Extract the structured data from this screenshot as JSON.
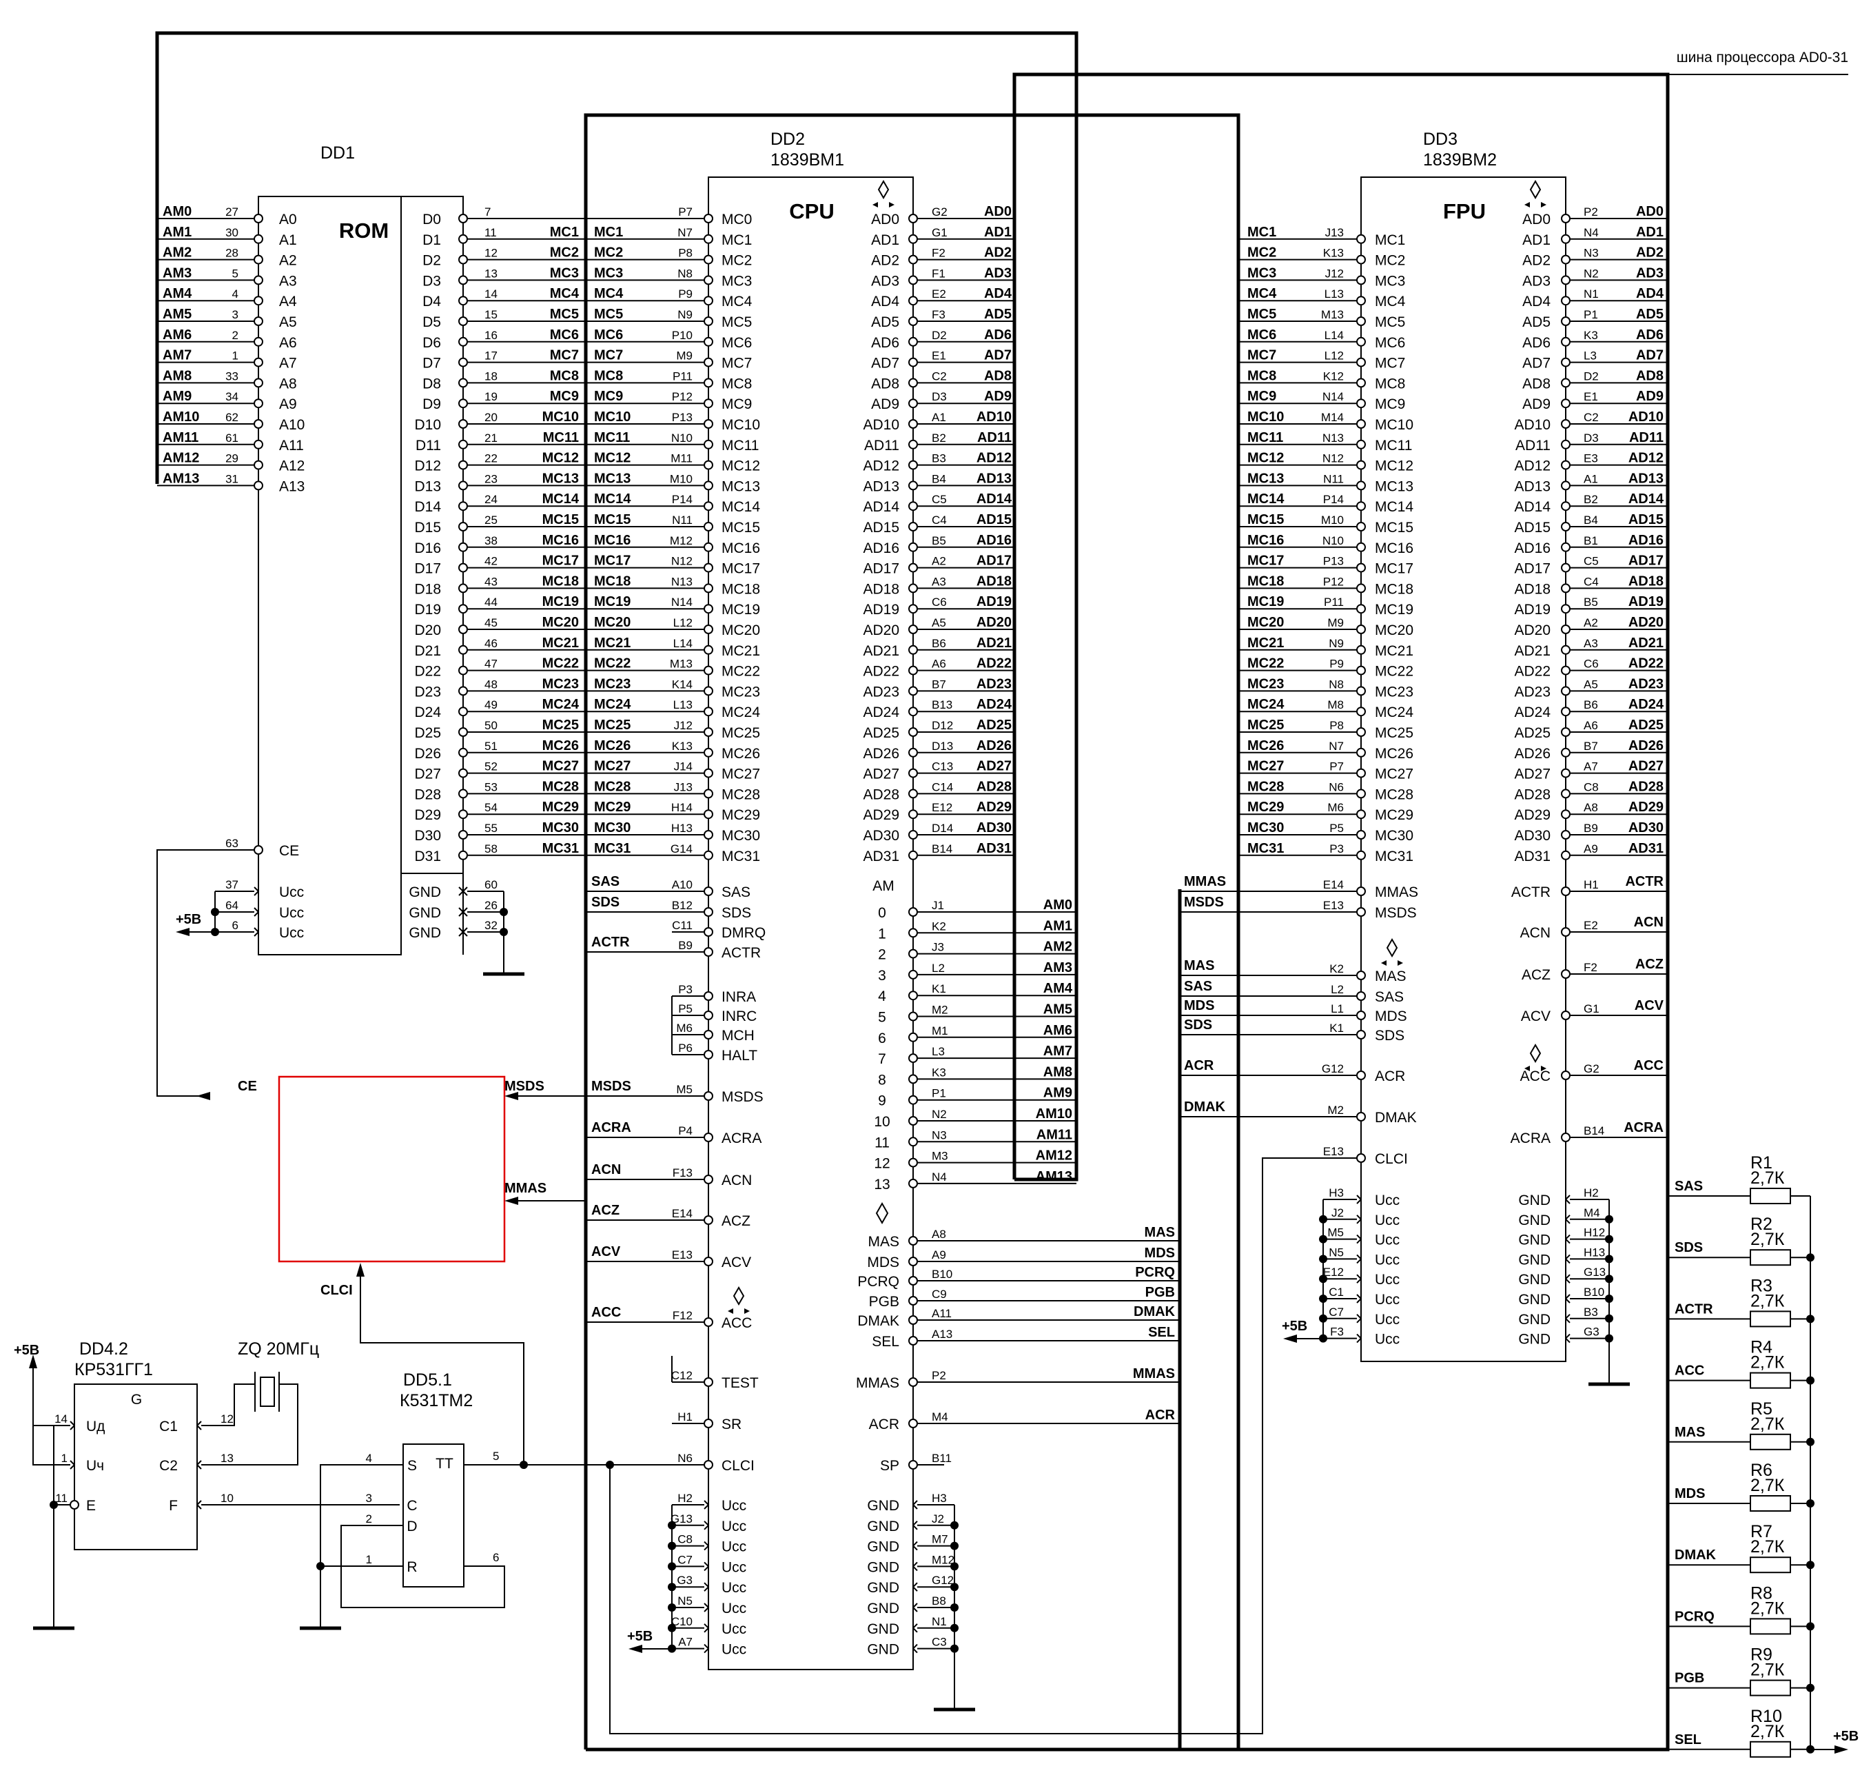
{
  "bus_label": "шина процессора AD0-31",
  "dd1": {
    "ref": "DD1",
    "title": "ROM",
    "addr_nets": [
      "AM0",
      "AM1",
      "AM2",
      "AM3",
      "AM4",
      "AM5",
      "AM6",
      "AM7",
      "AM8",
      "AM9",
      "AM10",
      "AM11",
      "AM12",
      "AM13"
    ],
    "addr_pins": [
      "27",
      "30",
      "28",
      "5",
      "4",
      "3",
      "2",
      "1",
      "33",
      "34",
      "62",
      "61",
      "29",
      "31"
    ],
    "addr_names": [
      "A0",
      "A1",
      "A2",
      "A3",
      "A4",
      "A5",
      "A6",
      "A7",
      "A8",
      "A9",
      "A10",
      "A11",
      "A12",
      "A13"
    ],
    "data_names": [
      "D0",
      "D1",
      "D2",
      "D3",
      "D4",
      "D5",
      "D6",
      "D7",
      "D8",
      "D9",
      "D10",
      "D11",
      "D12",
      "D13",
      "D14",
      "D15",
      "D16",
      "D17",
      "D18",
      "D19",
      "D20",
      "D21",
      "D22",
      "D23",
      "D24",
      "D25",
      "D26",
      "D27",
      "D28",
      "D29",
      "D30",
      "D31"
    ],
    "data_pins": [
      "7",
      "11",
      "12",
      "13",
      "14",
      "15",
      "16",
      "17",
      "18",
      "19",
      "20",
      "21",
      "22",
      "23",
      "24",
      "25",
      "38",
      "42",
      "43",
      "44",
      "45",
      "46",
      "47",
      "48",
      "49",
      "50",
      "51",
      "52",
      "53",
      "54",
      "55",
      "58"
    ],
    "ce_name": "CE",
    "ce_pin": "63",
    "ucc_name": "Ucc",
    "ucc_pins": [
      "37",
      "64",
      "6"
    ],
    "gnd_name": "GND",
    "gnd_pins": [
      "60",
      "26",
      "32"
    ]
  },
  "mc_nets": [
    "MC1",
    "MC2",
    "MC3",
    "MC4",
    "MC5",
    "MC6",
    "MC7",
    "MC8",
    "MC9",
    "MC10",
    "MC11",
    "MC12",
    "MC13",
    "MC14",
    "MC15",
    "MC16",
    "MC17",
    "MC18",
    "MC19",
    "MC20",
    "MC21",
    "MC22",
    "MC23",
    "MC24",
    "MC25",
    "MC26",
    "MC27",
    "MC28",
    "MC29",
    "MC30",
    "MC31"
  ],
  "ad_nets": [
    "AD0",
    "AD1",
    "AD2",
    "AD3",
    "AD4",
    "AD5",
    "AD6",
    "AD7",
    "AD8",
    "AD9",
    "AD10",
    "AD11",
    "AD12",
    "AD13",
    "AD14",
    "AD15",
    "AD16",
    "AD17",
    "AD18",
    "AD19",
    "AD20",
    "AD21",
    "AD22",
    "AD23",
    "AD24",
    "AD25",
    "AD26",
    "AD27",
    "AD28",
    "AD29",
    "AD30",
    "AD31"
  ],
  "dd2": {
    "ref": "DD2",
    "part": "1839ВМ1",
    "title": "CPU",
    "mc_names": [
      "MC0",
      "MC1",
      "MC2",
      "MC3",
      "MC4",
      "MC5",
      "MC6",
      "MC7",
      "MC8",
      "MC9",
      "MC10",
      "MC11",
      "MC12",
      "MC13",
      "MC14",
      "MC15",
      "MC16",
      "MC17",
      "MC18",
      "MC19",
      "MC20",
      "MC21",
      "MC22",
      "MC23",
      "MC24",
      "MC25",
      "MC26",
      "MC27",
      "MC28",
      "MC29",
      "MC30",
      "MC31"
    ],
    "mc_pins": [
      "P7",
      "N7",
      "P8",
      "N8",
      "P9",
      "N9",
      "P10",
      "M9",
      "P11",
      "P12",
      "P13",
      "N10",
      "M11",
      "M10",
      "P14",
      "N11",
      "M12",
      "N12",
      "N13",
      "N14",
      "L12",
      "L14",
      "M13",
      "K14",
      "L13",
      "J12",
      "K13",
      "J14",
      "J13",
      "H14",
      "H13",
      "G14"
    ],
    "ad_names": [
      "AD0",
      "AD1",
      "AD2",
      "AD3",
      "AD4",
      "AD5",
      "AD6",
      "AD7",
      "AD8",
      "AD9",
      "AD10",
      "AD11",
      "AD12",
      "AD13",
      "AD14",
      "AD15",
      "AD16",
      "AD17",
      "AD18",
      "AD19",
      "AD20",
      "AD21",
      "AD22",
      "AD23",
      "AD24",
      "AD25",
      "AD26",
      "AD27",
      "AD28",
      "AD29",
      "AD30",
      "AD31"
    ],
    "ad_pins": [
      "G2",
      "G1",
      "F2",
      "F1",
      "E2",
      "F3",
      "D2",
      "E1",
      "C2",
      "D3",
      "A1",
      "B2",
      "B3",
      "B4",
      "C5",
      "C4",
      "B5",
      "A2",
      "A3",
      "C6",
      "A5",
      "B6",
      "A6",
      "B7",
      "B13",
      "D12",
      "D13",
      "C13",
      "C14",
      "E12",
      "D14",
      "B14"
    ],
    "left_ctrl": [
      {
        "name": "SAS",
        "pin": "A10",
        "net": "SAS"
      },
      {
        "name": "SDS",
        "pin": "B12",
        "net": "SDS"
      },
      {
        "name": "DMRQ",
        "pin": "C11",
        "net": ""
      },
      {
        "name": "ACTR",
        "pin": "B9",
        "net": "ACTR"
      },
      {
        "name": "INRA",
        "pin": "P3",
        "net": ""
      },
      {
        "name": "INRC",
        "pin": "P5",
        "net": ""
      },
      {
        "name": "MCH",
        "pin": "M6",
        "net": ""
      },
      {
        "name": "HALT",
        "pin": "P6",
        "net": ""
      },
      {
        "name": "MSDS",
        "pin": "M5",
        "net": "MSDS"
      },
      {
        "name": "ACRA",
        "pin": "P4",
        "net": "ACRA"
      },
      {
        "name": "ACN",
        "pin": "F13",
        "net": "ACN"
      },
      {
        "name": "ACZ",
        "pin": "E14",
        "net": "ACZ"
      },
      {
        "name": "ACV",
        "pin": "E13",
        "net": "ACV"
      },
      {
        "name": "ACC",
        "pin": "F12",
        "net": "ACC"
      },
      {
        "name": "TEST",
        "pin": "C12",
        "net": ""
      },
      {
        "name": "SR",
        "pin": "H1",
        "net": ""
      },
      {
        "name": "CLCI",
        "pin": "N6",
        "net": ""
      }
    ],
    "am_header": "AM",
    "am_indices": [
      "0",
      "1",
      "2",
      "3",
      "4",
      "5",
      "6",
      "7",
      "8",
      "9",
      "10",
      "11",
      "12",
      "13"
    ],
    "am_pins": [
      "J1",
      "K2",
      "J3",
      "L2",
      "K1",
      "M2",
      "M1",
      "L3",
      "K3",
      "P1",
      "N2",
      "N3",
      "M3",
      "N4"
    ],
    "right_ctrl": [
      {
        "name": "MAS",
        "pin": "A8",
        "net": "MAS"
      },
      {
        "name": "MDS",
        "pin": "A9",
        "net": "MDS"
      },
      {
        "name": "PCRQ",
        "pin": "B10",
        "net": "PCRQ"
      },
      {
        "name": "PGB",
        "pin": "C9",
        "net": "PGB"
      },
      {
        "name": "DMAK",
        "pin": "A11",
        "net": "DMAK"
      },
      {
        "name": "SEL",
        "pin": "A13",
        "net": "SEL"
      },
      {
        "name": "MMAS",
        "pin": "P2",
        "net": "MMAS"
      },
      {
        "name": "ACR",
        "pin": "M4",
        "net": "ACR"
      },
      {
        "name": "SP",
        "pin": "B11",
        "net": ""
      }
    ],
    "ucc_name": "Ucc",
    "ucc_pins": [
      "H2",
      "G13",
      "C8",
      "C7",
      "G3",
      "N5",
      "C10",
      "A7"
    ],
    "gnd_name": "GND",
    "gnd_pins": [
      "H3",
      "J2",
      "M7",
      "M12",
      "G12",
      "B8",
      "N1",
      "C3"
    ]
  },
  "dd3": {
    "ref": "DD3",
    "part": "1839ВМ2",
    "title": "FPU",
    "mc_pins": [
      "J13",
      "K13",
      "J12",
      "L13",
      "M13",
      "L14",
      "L12",
      "K12",
      "N14",
      "M14",
      "N13",
      "N12",
      "N11",
      "P14",
      "M10",
      "N10",
      "P13",
      "P12",
      "P11",
      "M9",
      "N9",
      "P9",
      "N8",
      "M8",
      "P8",
      "N7",
      "P7",
      "N6",
      "M6",
      "P5",
      "P3"
    ],
    "ad_pins": [
      "P2",
      "N4",
      "N3",
      "N2",
      "N1",
      "P1",
      "K3",
      "L3",
      "D2",
      "E1",
      "C2",
      "D3",
      "E3",
      "A1",
      "B2",
      "B4",
      "B1",
      "C5",
      "C4",
      "B5",
      "A2",
      "A3",
      "C6",
      "A5",
      "B6",
      "A6",
      "B7",
      "A7",
      "C8",
      "A8",
      "B9",
      "A9"
    ],
    "left_ctrl": [
      {
        "name": "MMAS",
        "pin": "E14",
        "net": "MMAS"
      },
      {
        "name": "MSDS",
        "pin": "E13",
        "net": "MSDS"
      },
      {
        "name": "MAS",
        "pin": "K2",
        "net": "MAS"
      },
      {
        "name": "SAS",
        "pin": "L2",
        "net": "SAS"
      },
      {
        "name": "MDS",
        "pin": "L1",
        "net": "MDS"
      },
      {
        "name": "SDS",
        "pin": "K1",
        "net": "SDS"
      },
      {
        "name": "ACR",
        "pin": "G12",
        "net": "ACR"
      },
      {
        "name": "DMAK",
        "pin": "M2",
        "net": "DMAK"
      },
      {
        "name": "CLCI",
        "pin": "E13",
        "net": ""
      }
    ],
    "right_ctrl": [
      {
        "name": "ACTR",
        "pin": "H1",
        "net": "ACTR"
      },
      {
        "name": "ACN",
        "pin": "E2",
        "net": "ACN"
      },
      {
        "name": "ACZ",
        "pin": "F2",
        "net": "ACZ"
      },
      {
        "name": "ACV",
        "pin": "G1",
        "net": "ACV"
      },
      {
        "name": "ACC",
        "pin": "G2",
        "net": "ACC"
      },
      {
        "name": "ACRA",
        "pin": "B14",
        "net": "ACRA"
      }
    ],
    "ucc_name": "Ucc",
    "ucc_pins": [
      "H3",
      "J2",
      "M5",
      "N5",
      "E12",
      "C1",
      "C7",
      "F3"
    ],
    "gnd_name": "GND",
    "gnd_pins": [
      "H2",
      "M4",
      "H12",
      "H13",
      "G13",
      "B10",
      "B3",
      "G3"
    ]
  },
  "dd4": {
    "ref": "DD4.2",
    "part": "КР531ГГ1",
    "title": "G",
    "pins": [
      {
        "name": "Uд",
        "pin": "14"
      },
      {
        "name": "Uч",
        "pin": "1"
      },
      {
        "name": "E",
        "pin": "11"
      },
      {
        "name": "C1",
        "pin": "12"
      },
      {
        "name": "C2",
        "pin": "13"
      },
      {
        "name": "F",
        "pin": "10"
      }
    ]
  },
  "crystal": "ZQ 20МГц",
  "dd5": {
    "ref": "DD5.1",
    "part": "К531ТМ2",
    "title": "TT",
    "pins": [
      {
        "name": "S",
        "pin": "4"
      },
      {
        "name": "C",
        "pin": "3"
      },
      {
        "name": "D",
        "pin": "2"
      },
      {
        "name": "R",
        "pin": "1"
      },
      {
        "name": "",
        "pin": "5"
      },
      {
        "name": "",
        "pin": "6"
      }
    ]
  },
  "logic_block": {
    "ce": "CE",
    "msds": "MSDS",
    "mmas": "MMAS",
    "clci": "CLCI"
  },
  "power_label": "+5В",
  "resistors": [
    {
      "ref": "R1",
      "value": "2,7К",
      "net": "SAS"
    },
    {
      "ref": "R2",
      "value": "2,7К",
      "net": "SDS"
    },
    {
      "ref": "R3",
      "value": "2,7К",
      "net": "ACTR"
    },
    {
      "ref": "R4",
      "value": "2,7К",
      "net": "ACC"
    },
    {
      "ref": "R5",
      "value": "2,7К",
      "net": "MAS"
    },
    {
      "ref": "R6",
      "value": "2,7К",
      "net": "MDS"
    },
    {
      "ref": "R7",
      "value": "2,7К",
      "net": "DMAK"
    },
    {
      "ref": "R8",
      "value": "2,7К",
      "net": "PCRQ"
    },
    {
      "ref": "R9",
      "value": "2,7К",
      "net": "PGB"
    },
    {
      "ref": "R10",
      "value": "2,7К",
      "net": "SEL"
    }
  ]
}
